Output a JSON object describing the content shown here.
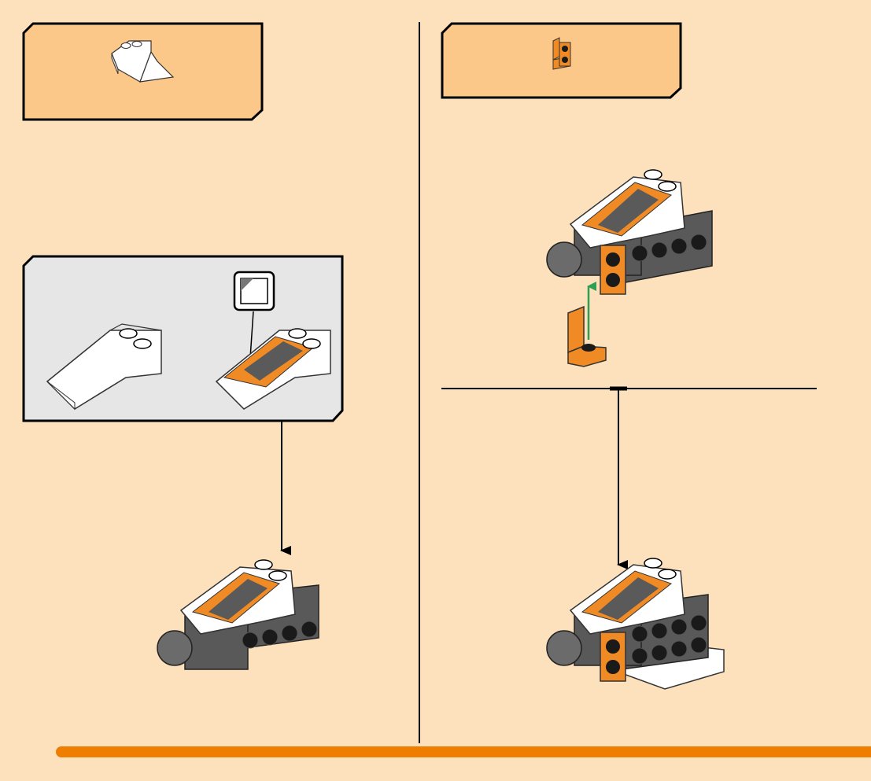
{
  "page": {
    "background": "#fde1bd",
    "accent_bar_color": "#ee7d00",
    "callout_box_fill": "#fcc88a",
    "submodel_box_fill": "#e6e6e6",
    "brick_colors": {
      "white": "#ffffff",
      "dark_gray": "#595959",
      "black": "#1a1a1a",
      "orange": "#f08a24",
      "sticker_dark": "#5a5a5a",
      "knob_gray": "#6b6b6b",
      "arrow_green": "#2e9e55"
    }
  },
  "left_step": {
    "parts_callout": {
      "part": "white-2x4-slope-brick",
      "quantity_label": ""
    },
    "submodel": {
      "items": [
        "plain-slope-brick",
        "slope-brick-with-sticker"
      ],
      "sticker_icon": "sticker-icon"
    },
    "result": "assembled-cockpit-with-side-plate"
  },
  "right_step": {
    "parts_callout": {
      "part": "orange-1x2-bracket",
      "quantity_label": ""
    },
    "attach_arrow": "green-up-arrow",
    "result": "assembled-cockpit-with-bracket-and-wing"
  }
}
